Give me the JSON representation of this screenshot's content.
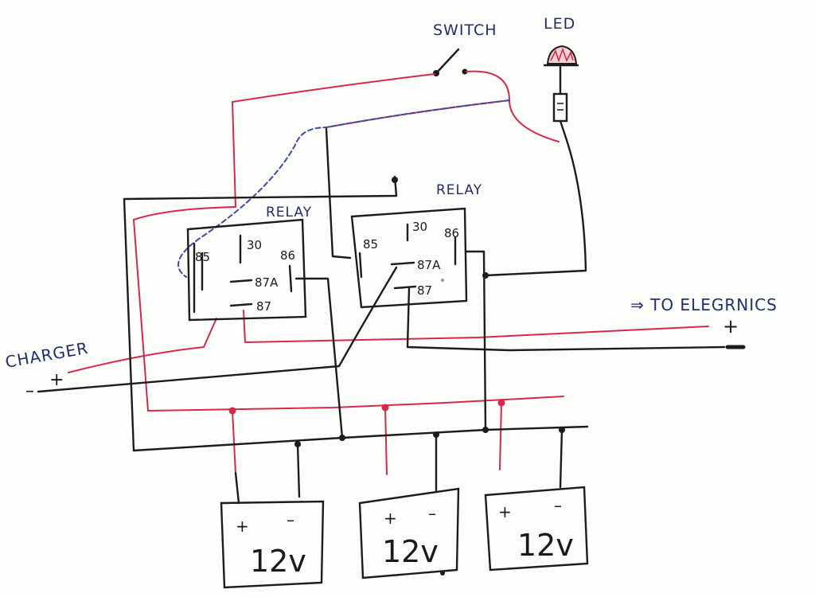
{
  "labels": {
    "switch": "SWITCH",
    "led": "LED",
    "relay_left": "RELAY",
    "relay_right": "RELAY",
    "to_electronics": "⇒ TO ELEGRNICS",
    "charger": "CHARGER",
    "charger_plus": "+",
    "charger_minus": "–",
    "out_plus": "+",
    "out_minus": "–"
  },
  "relay_left_pins": {
    "p85": "85",
    "p30": "30",
    "p86": "86",
    "p87a": "87A",
    "p87": "87"
  },
  "relay_right_pins": {
    "p85": "85",
    "p30": "30",
    "p86": "86",
    "p87a": "87A",
    "p87": "87"
  },
  "batteries": [
    {
      "plus": "+",
      "minus": "–",
      "voltage": "12v"
    },
    {
      "plus": "+",
      "minus": "–",
      "voltage": "12v"
    },
    {
      "plus": "+",
      "minus": "–",
      "voltage": "12v"
    }
  ],
  "colors": {
    "positive_wire": "#d6294a",
    "negative_wire": "#1c1c1c",
    "signal_wire": "#3a4aa8",
    "ink": "#1f2f6b"
  }
}
